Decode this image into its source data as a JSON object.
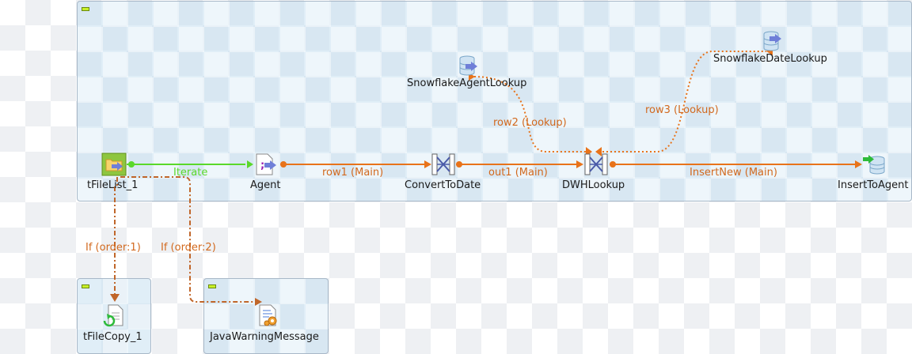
{
  "components": {
    "tFileList_1": "tFileList_1",
    "agent": "Agent",
    "convertToDate": "ConvertToDate",
    "dwhLookup": "DWHLookup",
    "insertToAgent": "InsertToAgent",
    "snowflakeAgentLookup": "SnowflakeAgentLookup",
    "snowflakeDateLookup": "SnowflakeDateLookup",
    "tFileCopy_1": "tFileCopy_1",
    "javaWarningMessage": "JavaWarningMessage"
  },
  "connections": {
    "iterate": "Iterate",
    "row1": "row1 (Main)",
    "out1": "out1 (Main)",
    "insertNew": "InsertNew (Main)",
    "row2": "row2 (Lookup)",
    "row3": "row3 (Lookup)",
    "if1": "If (order:1)",
    "if2": "If (order:2)"
  },
  "colors": {
    "main_flow": "#e8731a",
    "iterate_flow": "#5ad82a",
    "lookup_flow": "#e8731a",
    "trigger_flow": "#c0662a",
    "subjob_bg": "#c6e0f0",
    "collapse_toggle": "#c8f028"
  },
  "icons": {
    "tFileList_1": "folder-arrow-icon",
    "agent": "java-file-arrow-icon",
    "convertToDate": "tmap-cross-icon",
    "dwhLookup": "tmap-cross-icon",
    "insertToAgent": "database-output-icon",
    "snowflakeAgentLookup": "database-input-icon",
    "snowflakeDateLookup": "database-input-icon",
    "tFileCopy_1": "file-copy-icon",
    "javaWarningMessage": "java-gear-document-icon"
  }
}
